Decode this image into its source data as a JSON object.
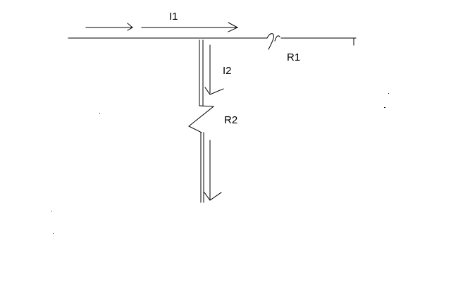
{
  "diagram": {
    "labels": {
      "current_main": "I1",
      "current_branch": "I2",
      "resistor_series": "R1",
      "resistor_branch": "R2"
    },
    "colors": {
      "background": "#ffffff",
      "ink": "#000000"
    }
  }
}
